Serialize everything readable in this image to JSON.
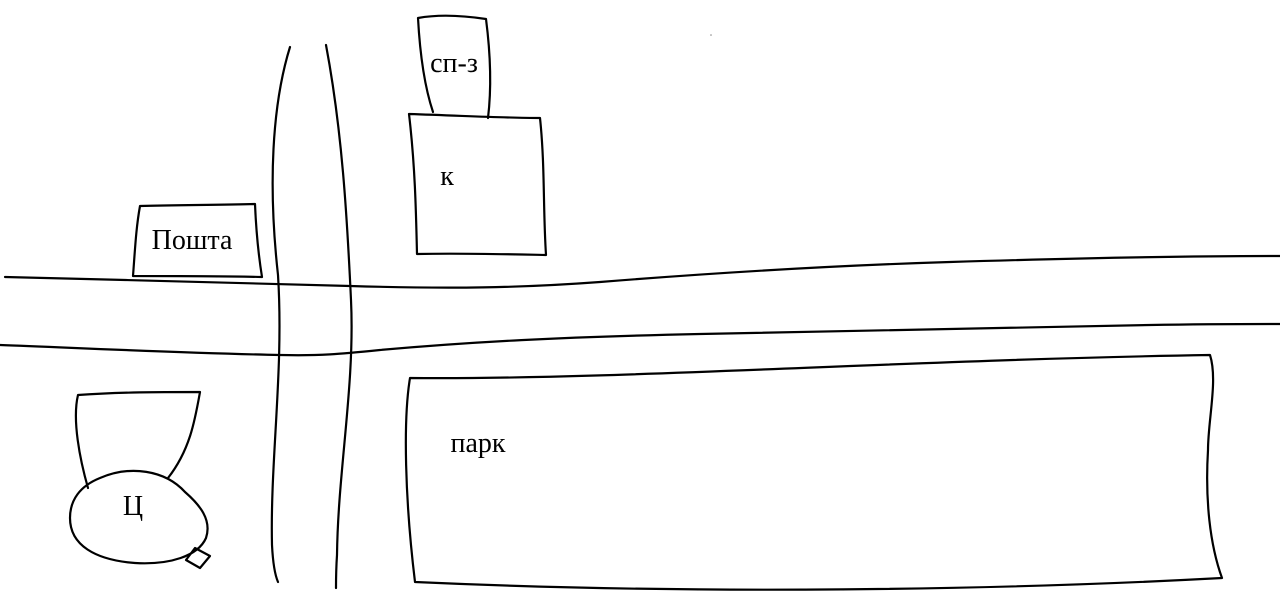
{
  "map": {
    "labels": {
      "sports_ground": "сп-з",
      "building_k": "к",
      "post_office": "Пошта",
      "park": "парк",
      "center": "Ц"
    }
  }
}
